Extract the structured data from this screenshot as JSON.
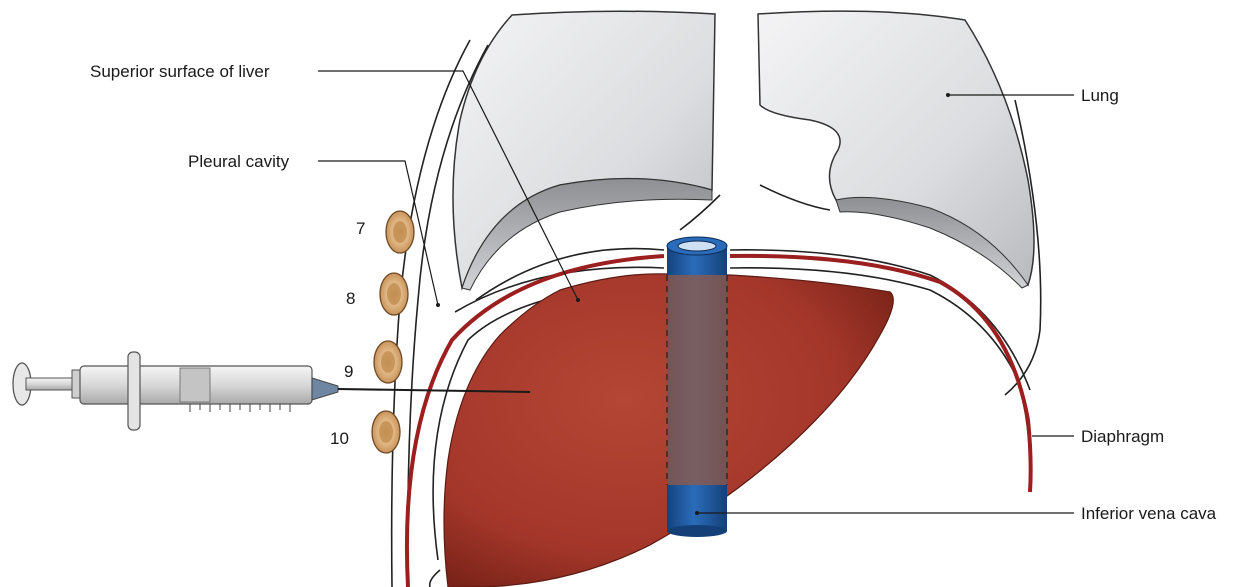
{
  "labels": {
    "superior_surface": "Superior surface of liver",
    "pleural_cavity": "Pleural cavity",
    "lung": "Lung",
    "diaphragm": "Diaphragm",
    "ivc": "Inferior vena cava"
  },
  "ribs": [
    "7",
    "8",
    "9",
    "10"
  ],
  "colors": {
    "liver": "#a7382a",
    "liver_dark": "#7e2419",
    "diaphragm": "#9c1f1f",
    "ivc": "#1f5da8",
    "ivc_dark": "#153f77",
    "lung": "#d9dadc",
    "lung_shadow": "#9c9da1",
    "rib": "#e2b98a",
    "rib_core": "#c79358"
  }
}
